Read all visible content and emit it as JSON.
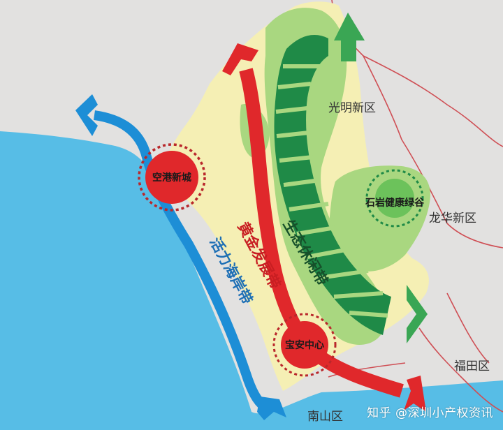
{
  "labels": {
    "guangming": "光明新区",
    "longhua": "龙华新区",
    "futian": "福田区",
    "nanshan": "南山区",
    "airport_city": "空港新城",
    "shiyan_valley": "石岩健康绿谷",
    "baoan_center": "宝安中心",
    "coast_belt": "活力海岸带",
    "gold_belt": "黄金发展带",
    "eco_belt": "生态休闲带"
  },
  "watermark": "知乎 @深圳小产权资讯",
  "colors": {
    "sea": "#57bde6",
    "land": "#e2e1e0",
    "district": "#f5efb4",
    "green_light": "#a9d780",
    "green_mid": "#6cc25b",
    "green_dark": "#1f8a47",
    "red": "#e0282b",
    "blue": "#1d8ed6",
    "border": "#cf4f55"
  }
}
